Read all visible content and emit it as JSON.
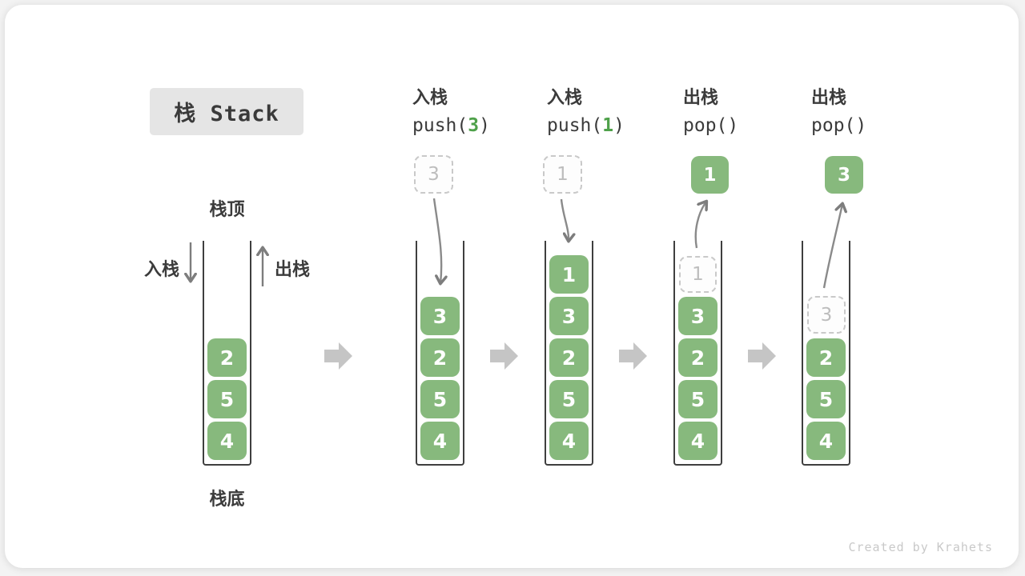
{
  "title": {
    "label": "栈 Stack"
  },
  "initial": {
    "top_label": "栈顶",
    "bottom_label": "栈底",
    "push_label": "入栈",
    "pop_label": "出栈",
    "stack": [
      "2",
      "5",
      "4"
    ]
  },
  "steps": [
    {
      "op": "入栈",
      "code_pre": "push(",
      "code_arg": "3",
      "code_post": ")",
      "moving": "3",
      "stack": [
        "3",
        "2",
        "5",
        "4"
      ]
    },
    {
      "op": "入栈",
      "code_pre": "push(",
      "code_arg": "1",
      "code_post": ")",
      "moving": "1",
      "stack": [
        "1",
        "3",
        "2",
        "5",
        "4"
      ]
    },
    {
      "op": "出栈",
      "code_pre": "pop(",
      "code_arg": "",
      "code_post": ")",
      "moving": "1",
      "ghost": "1",
      "stack": [
        "3",
        "2",
        "5",
        "4"
      ]
    },
    {
      "op": "出栈",
      "code_pre": "pop(",
      "code_arg": "",
      "code_post": ")",
      "moving": "3",
      "ghost": "3",
      "stack": [
        "2",
        "5",
        "4"
      ]
    }
  ],
  "credit": "Created by Krahets",
  "colors": {
    "block_green": "#87b97d",
    "code_arg_green": "#4fa14a",
    "ghost_gray": "#bdbdbd",
    "wall_dark": "#3f3f3f",
    "motion_arrow_gray": "#7d7d7d",
    "transition_arrow_gray": "#c5c5c5",
    "title_box_bg": "#e5e5e5",
    "text_dark": "#3b3b3b",
    "credit_gray": "#c9c9c9"
  }
}
